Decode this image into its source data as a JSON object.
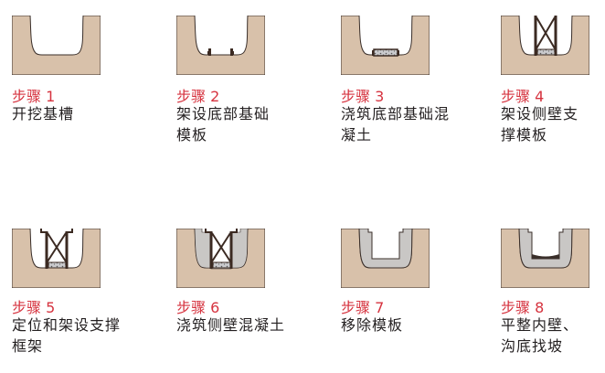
{
  "colors": {
    "soil": "#d8c1aa",
    "outline": "#3a2f2a",
    "concrete": "#c9c7c5",
    "frame": "#3b2a22",
    "step_label": "#d6333f",
    "text": "#231f20"
  },
  "steps": [
    {
      "label": "步骤 1",
      "desc_lines": [
        "开挖基槽"
      ]
    },
    {
      "label": "步骤 2",
      "desc_lines": [
        "架设底部基础",
        "模板"
      ]
    },
    {
      "label": "步骤 3",
      "desc_lines": [
        "浇筑底部基础混",
        "凝土"
      ]
    },
    {
      "label": "步骤 4",
      "desc_lines": [
        "架设侧壁支",
        "撑模板"
      ]
    },
    {
      "label": "步骤 5",
      "desc_lines": [
        "定位和架设支撑",
        "框架"
      ]
    },
    {
      "label": "步骤 6",
      "desc_lines": [
        "浇筑侧壁混凝土"
      ]
    },
    {
      "label": "步骤 7",
      "desc_lines": [
        "移除模板"
      ]
    },
    {
      "label": "步骤 8",
      "desc_lines": [
        "平整内壁、",
        "沟底找坡"
      ]
    }
  ]
}
